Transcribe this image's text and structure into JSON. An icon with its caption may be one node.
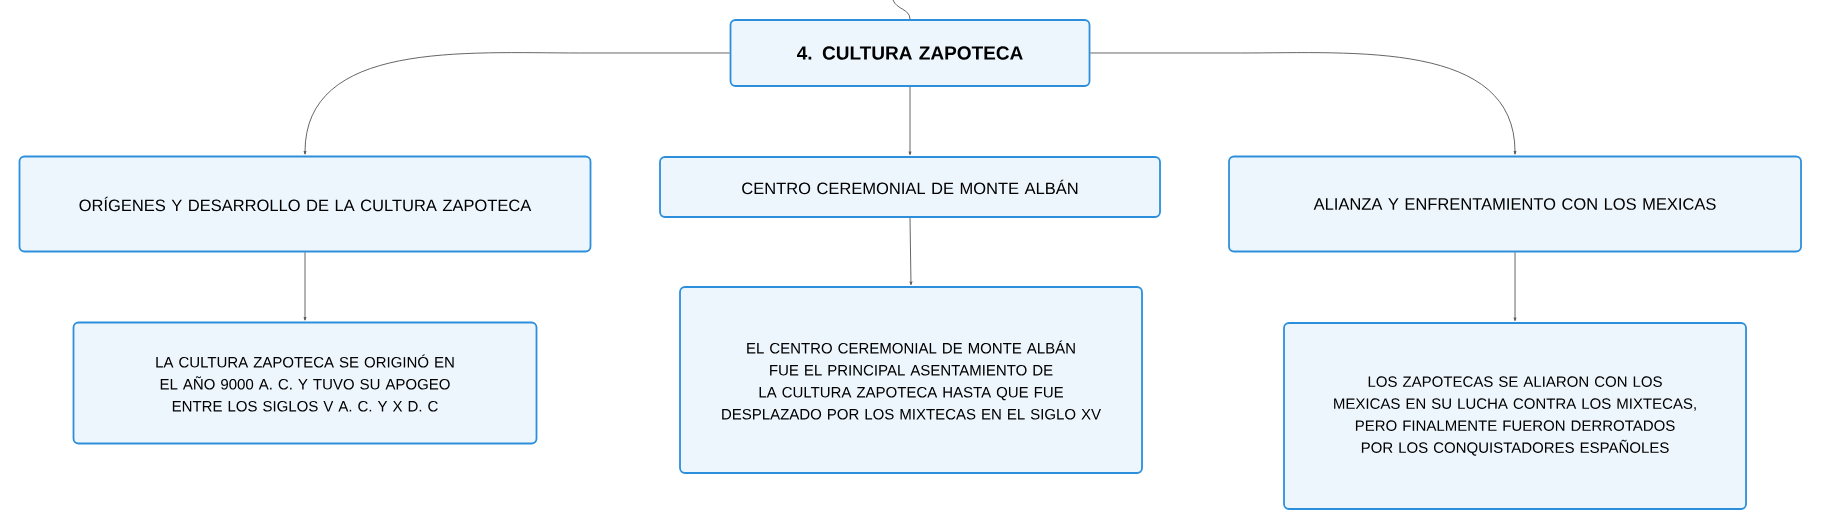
{
  "diagram": {
    "nodes": [
      {
        "text": [
          "4. CULTURA ZAPOTECA"
        ]
      },
      {
        "text": [
          "ORÍGENES Y DESARROLLO DE LA CULTURA ZAPOTECA"
        ]
      },
      {
        "text": [
          "CENTRO CEREMONIAL DE MONTE ALBÁN"
        ]
      },
      {
        "text": [
          "ALIANZA Y ENFRENTAMIENTO CON LOS MEXICAS"
        ]
      },
      {
        "text": [
          "LA CULTURA ZAPOTECA SE ORIGINÓ EN EL AÑO 9000 A. C. Y TUVO SU APOGEO ENTRE LOS SIGLOS V A. C. Y X D. C"
        ]
      },
      {
        "text": [
          "EL CENTRO CEREMONIAL DE MONTE ALBÁN FUE EL PRINCIPAL ASENTAMIENTO DE LA CULTURA ZAPOTECA HASTA QUE FUE DESPLAZADO POR LOS MIXTECAS EN EL SIGLO XV"
        ]
      },
      {
        "text": [
          "LOS ZAPOTECAS SE ALIARON CON LOS MEXICAS EN SU LUCHA CONTRA LOS MIXTECAS, PERO FINALMENTE FUERON DERROTADOS POR LOS CONQUISTADORES ESPAÑOLES"
        ]
      }
    ],
    "edges": [
      {
        "from": null,
        "to": 0,
        "arrow": "none"
      },
      {
        "from": 0,
        "to": 1,
        "arrow": "to"
      },
      {
        "from": 0,
        "to": 2,
        "arrow": "to"
      },
      {
        "from": 0,
        "to": 3,
        "arrow": "to"
      },
      {
        "from": 1,
        "to": 4,
        "arrow": "to"
      },
      {
        "from": 2,
        "to": 5,
        "arrow": "to"
      },
      {
        "from": 3,
        "to": 6,
        "arrow": "to"
      }
    ]
  }
}
